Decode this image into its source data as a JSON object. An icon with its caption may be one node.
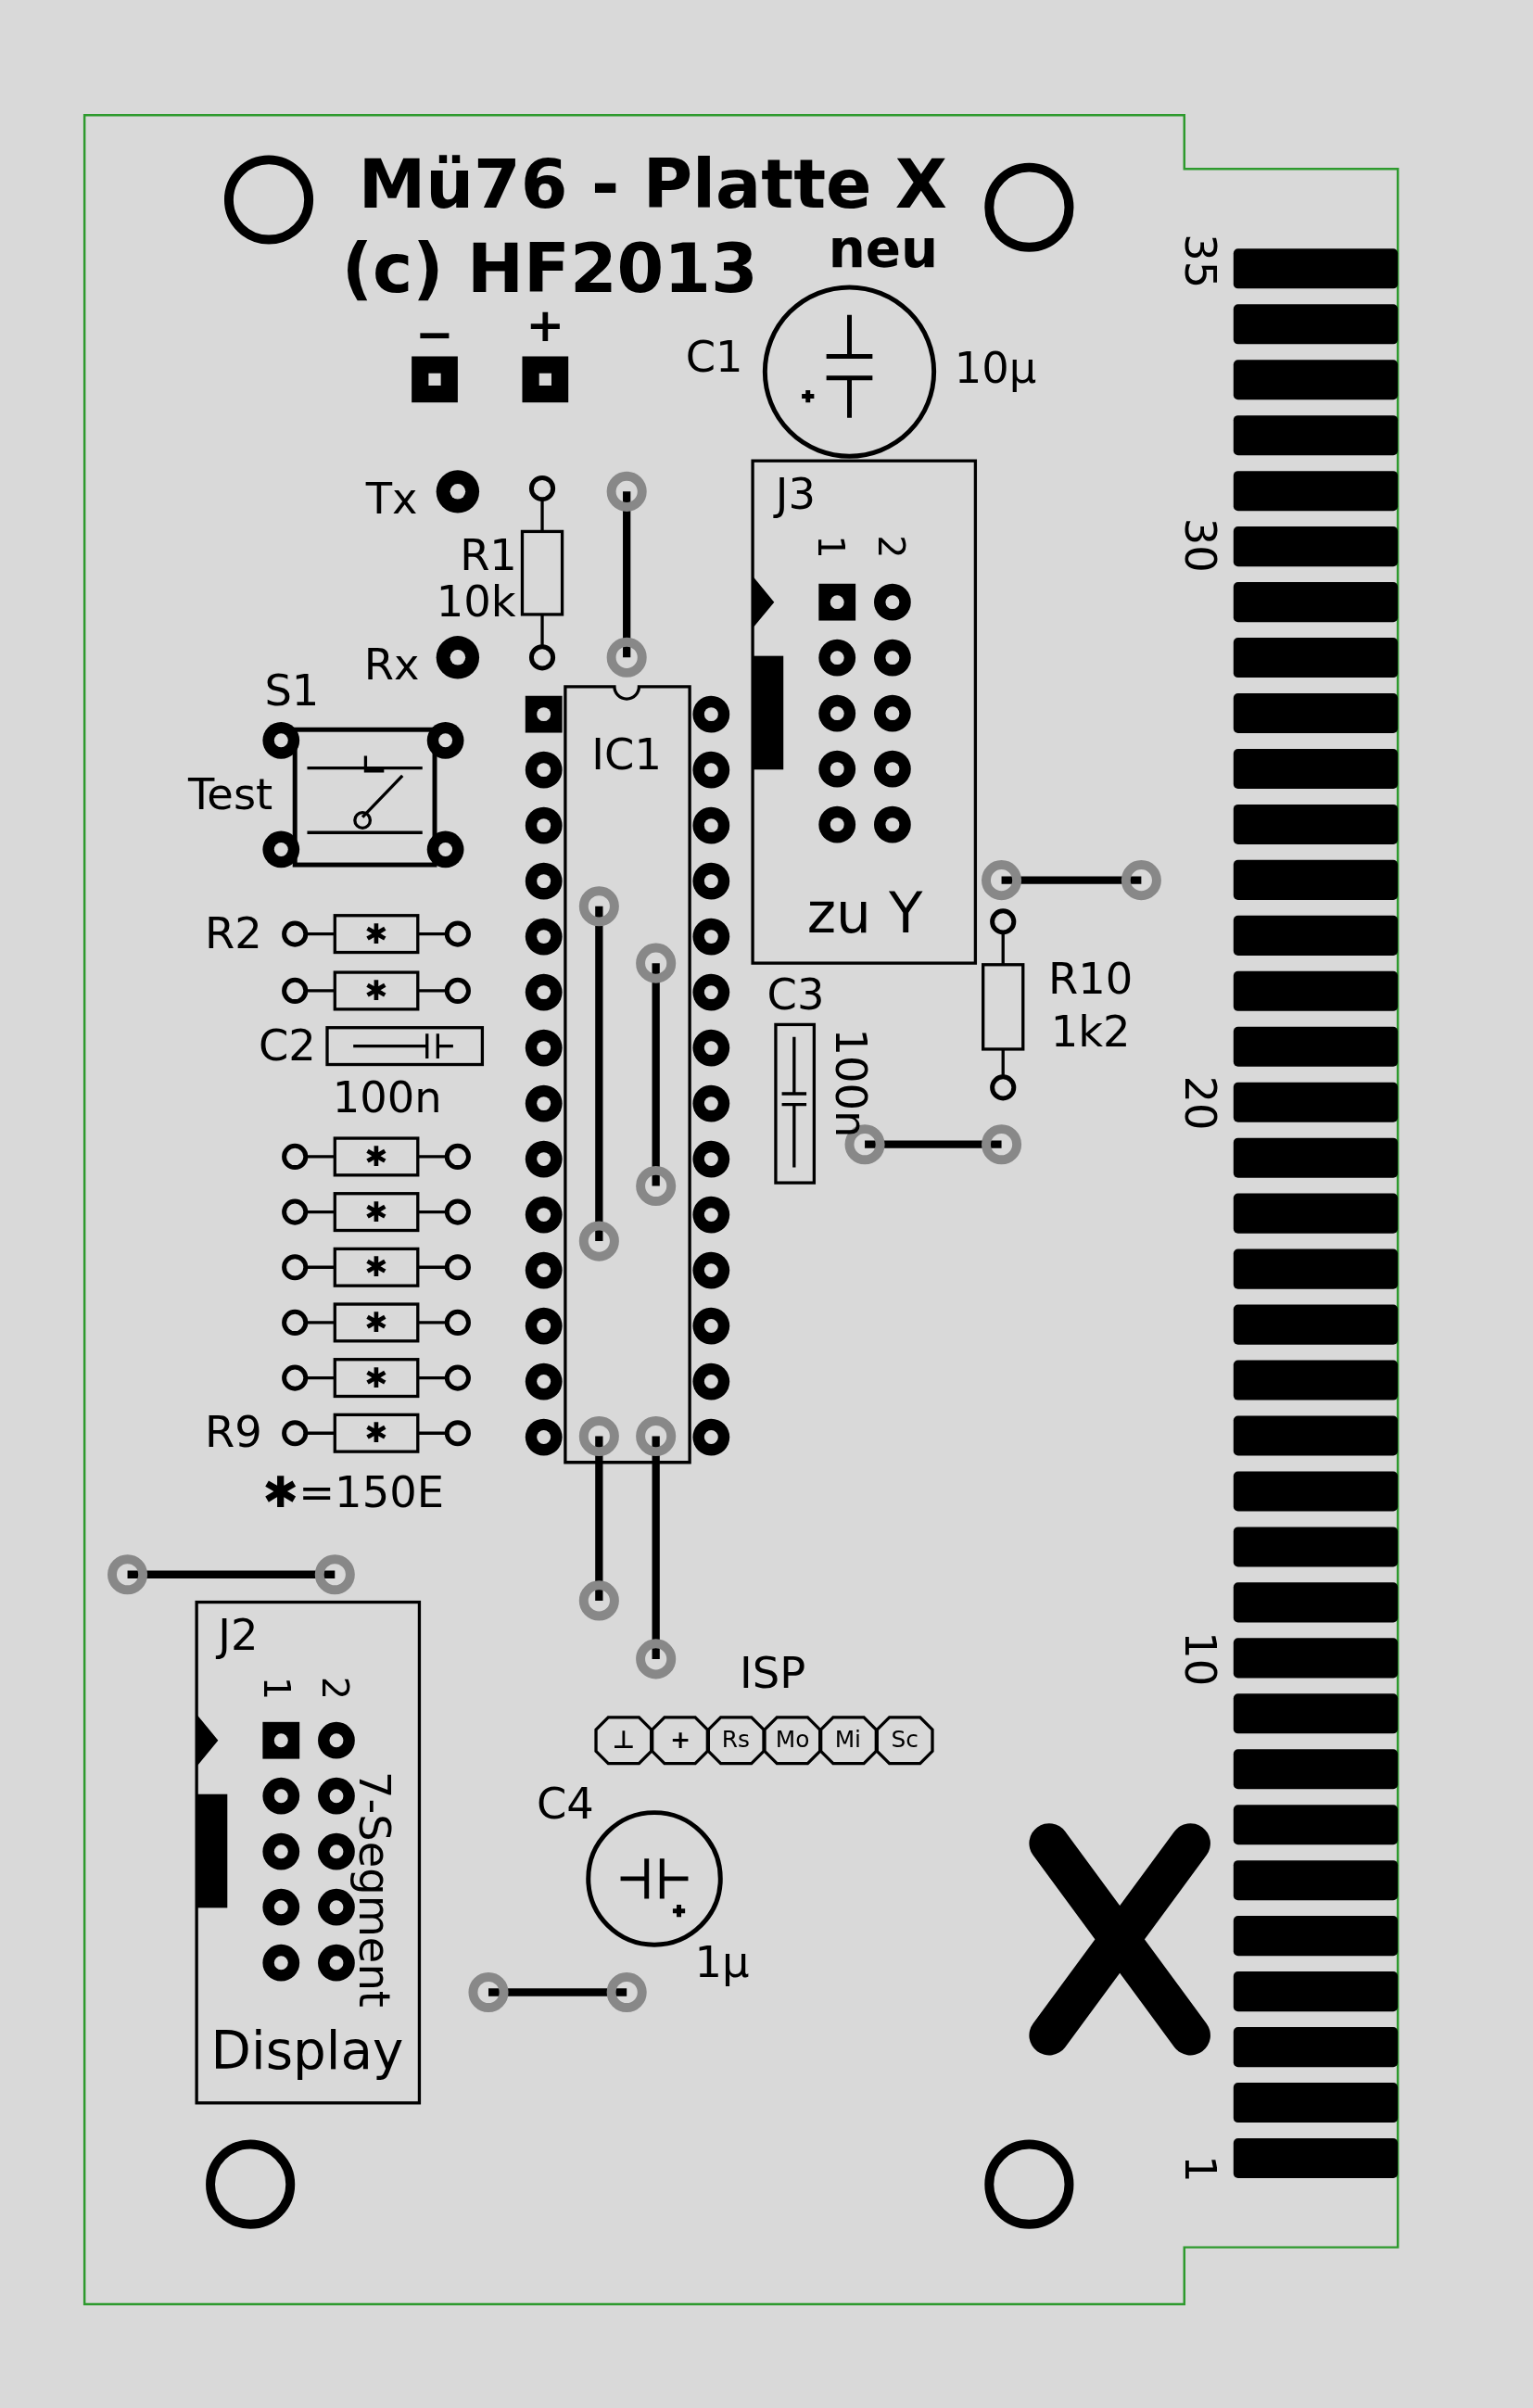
{
  "diagram": {
    "labels": [
      "Mü76 - Platte X",
      "(c) HF2013",
      "neu",
      "−",
      "+",
      "C1",
      "10µ",
      "35",
      "30",
      "J3",
      "1",
      "2",
      "Tx",
      "R1",
      "10k",
      "Rx",
      "S1",
      "IC1",
      "Test",
      "zu Y",
      "R2",
      "✱",
      "✱",
      "C3",
      "R10",
      "1k2",
      "C2",
      "100n",
      "100n",
      "20",
      "✱",
      "✱",
      "✱",
      "✱",
      "✱",
      "R9",
      "✱",
      "✱=150E",
      "10",
      "J2",
      "1",
      "2",
      "ISP",
      "⊥",
      "+",
      "Rs",
      "Mo",
      "Mi",
      "Sc",
      "C4",
      "7-Segment",
      "1µ",
      "Display",
      "1"
    ]
  }
}
